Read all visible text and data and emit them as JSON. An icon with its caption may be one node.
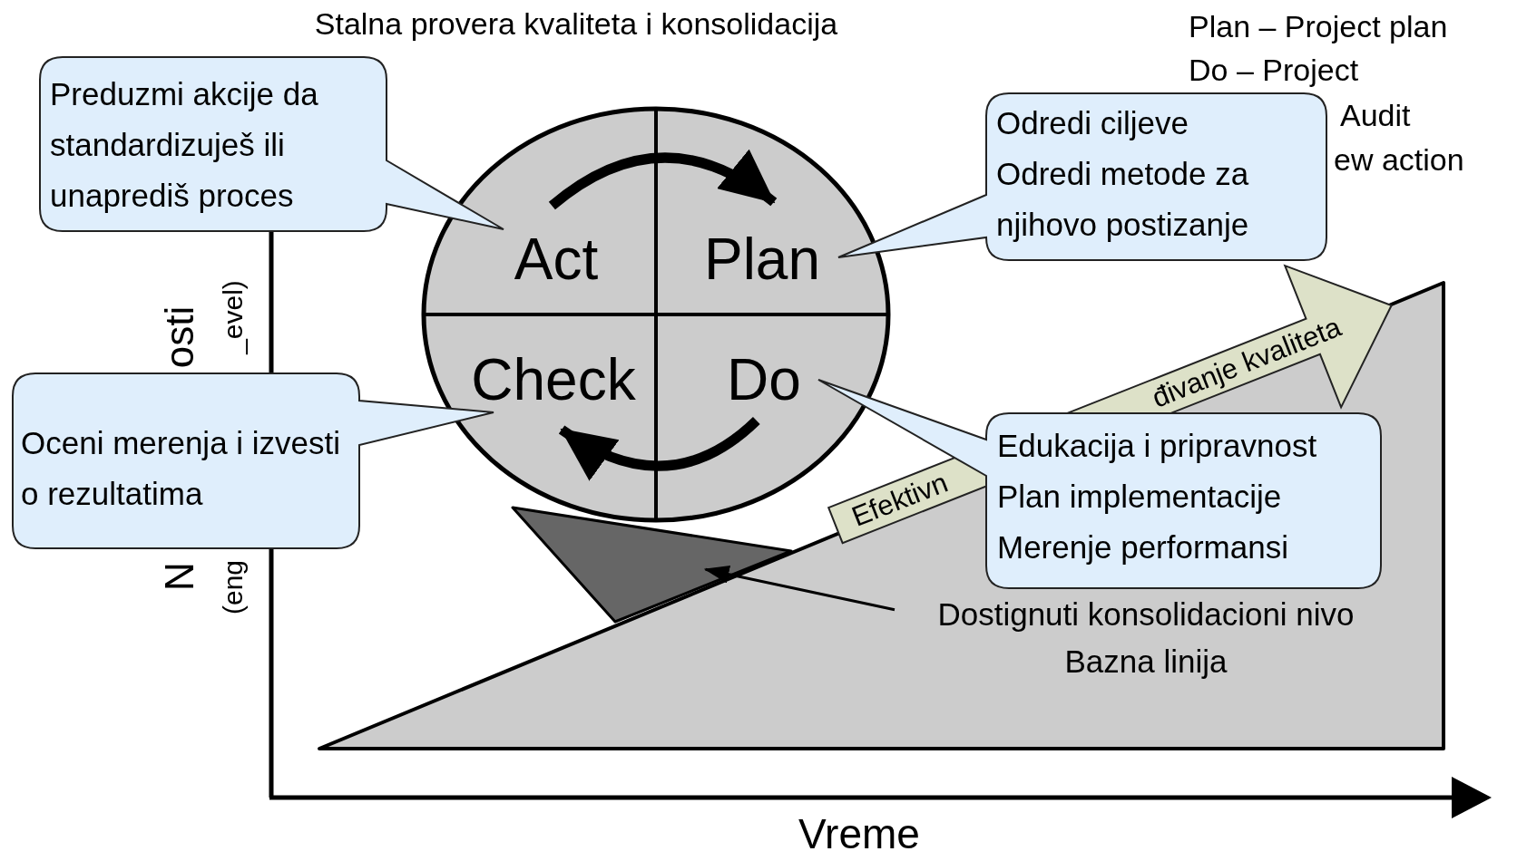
{
  "diagram": {
    "title": "Stalna provera kvaliteta i konsolidacija",
    "nodes": [
      {
        "text": [],
        "shape": "circle"
      },
      {
        "text": [
          "Act"
        ],
        "in": 0
      },
      {
        "text": [
          "Plan"
        ],
        "in": 0
      },
      {
        "text": [
          "Check"
        ],
        "in": 0
      },
      {
        "text": [
          "Do"
        ],
        "in": 0
      },
      {
        "text": [
          "Preduzmi akcije da standardizuješ ili unaprediš proces"
        ]
      },
      {
        "text": [
          "Odredi ciljeve",
          "Odredi metode za njihovo postizanje"
        ]
      },
      {
        "text": [
          "Oceni merenja i izvesti o rezultatima"
        ]
      },
      {
        "text": [
          "Edukacija i pripravnost",
          "Plan implementacije",
          "Merenje performansi"
        ]
      },
      {
        "text": [
          "Efektivn",
          "đivanje kvaliteta"
        ]
      },
      {
        "text": [
          "Dostignuti konsolidacioni nivo",
          "Bazna linija"
        ]
      },
      {
        "text": [],
        "shape": "triangle"
      }
    ],
    "edges": [
      {
        "from": 1,
        "to": 2,
        "arrow": "to"
      },
      {
        "from": 4,
        "to": 3,
        "arrow": "to"
      },
      {
        "from": 10,
        "to": 11,
        "arrow": "to"
      }
    ],
    "labels": [
      "Plan – Project plan",
      "Do – Project",
      "Audit",
      "ew action",
      "osti",
      "_evel)",
      "N",
      "(eng",
      "Vreme"
    ]
  }
}
